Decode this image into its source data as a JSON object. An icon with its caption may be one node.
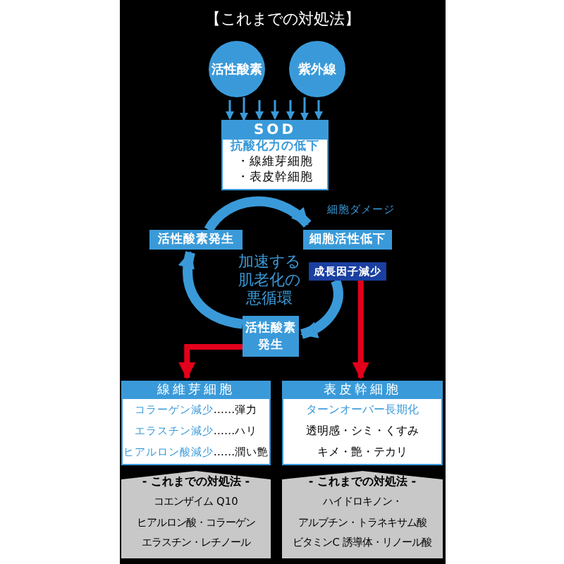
{
  "diagram": {
    "title": "【これまでの対処法】",
    "nodes": [
      {
        "text": [
          "活性酸素"
        ]
      },
      {
        "text": [
          "紫外線"
        ]
      },
      {
        "text": [
          "SOD",
          "抗酸化力の低下",
          "・線維芽細胞",
          "・表皮幹細胞"
        ]
      },
      {
        "text": [
          "活性酸素発生"
        ]
      },
      {
        "text": [
          "細胞活性低下"
        ],
        "beside": [
          "細胞ダメージ"
        ]
      },
      {
        "text": [
          "成長因子減少"
        ]
      },
      {
        "text": [
          "活性酸素発生"
        ]
      },
      {
        "text": [
          "線維芽細胞",
          "コラーゲン減少",
          "……弾力",
          "エラスチン減少",
          "……ハリ",
          "ヒアルロン酸減少",
          "……潤い艶"
        ]
      },
      {
        "text": [
          "表皮幹細胞",
          "ターンオーバー長期化",
          "透明感・シミ・くすみ",
          "キメ・艶・テカリ"
        ]
      },
      {
        "text": [
          "- これまでの対処法 -",
          "コエンザイム Q10",
          "ヒアルロン酸・コラーゲン",
          "エラスチン・レチノール"
        ]
      },
      {
        "text": [
          "- これまでの対処法 -",
          "ハイドロキノン・",
          "アルブチン・トラネキサム酸",
          "ビタミンC 誘導体・リノール酸"
        ]
      }
    ],
    "edges": [
      {
        "from": 0,
        "to": 2,
        "arrow": "to"
      },
      {
        "from": 1,
        "to": 2,
        "arrow": "to"
      },
      {
        "from": 3,
        "to": 4,
        "arrow": "to"
      },
      {
        "from": 5,
        "to": 6,
        "arrow": "to"
      },
      {
        "from": 6,
        "to": 3,
        "arrow": "to"
      },
      {
        "from": 6,
        "to": 7,
        "arrow": "to",
        "color": "#e3001b"
      },
      {
        "from": 5,
        "to": 8,
        "arrow": "to",
        "color": "#e3001b"
      }
    ],
    "labels": [
      "加速する肌老化の悪循環"
    ]
  }
}
